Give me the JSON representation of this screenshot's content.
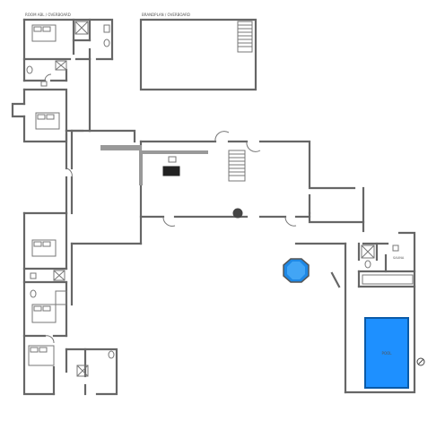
{
  "labels": {
    "top_left_room": "ROOM ABL / OVERBOARD",
    "top_right_room": "BRANDPLAN / OVERBOARD",
    "sauna_label": "SAUNA",
    "pool_label": "POOL"
  },
  "colors": {
    "wall": "#666666",
    "pool_fill": "#1e90ff",
    "pool_edge": "#0a5aa8",
    "spa_fill": "#1e88e5",
    "fixture_stroke": "#777777"
  },
  "icons": [
    "bed-icon",
    "shower-icon",
    "toilet-icon",
    "sink-icon",
    "stairs-icon",
    "kitchen-island-icon",
    "stove-icon",
    "spa-icon",
    "pool-icon",
    "compass-icon"
  ]
}
